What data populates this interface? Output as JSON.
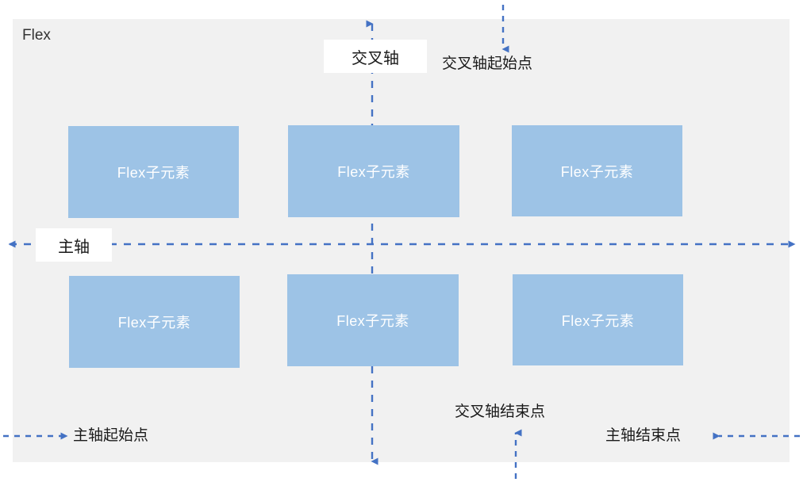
{
  "diagram": {
    "type": "flexbox-axes-diagram",
    "container_label": "Flex",
    "colors": {
      "container_background": "#f1f1f1",
      "item_background": "#9dc3e6",
      "item_text": "#ffffff",
      "axis_line": "#4472c4",
      "label_text": "#1a1a1a",
      "chip_background": "#ffffff",
      "page_background": "#ffffff"
    },
    "items": [
      {
        "label": "Flex子元素",
        "row": 1,
        "col": 1
      },
      {
        "label": "Flex子元素",
        "row": 1,
        "col": 2
      },
      {
        "label": "Flex子元素",
        "row": 1,
        "col": 3
      },
      {
        "label": "Flex子元素",
        "row": 2,
        "col": 1
      },
      {
        "label": "Flex子元素",
        "row": 2,
        "col": 2
      },
      {
        "label": "Flex子元素",
        "row": 2,
        "col": 3
      }
    ],
    "axes": {
      "main_axis_chip": "主轴",
      "cross_axis_chip": "交叉轴"
    },
    "annotations": {
      "cross_axis_start": "交叉轴起始点",
      "cross_axis_end": "交叉轴结束点",
      "main_axis_start": "主轴起始点",
      "main_axis_end": "主轴结束点"
    }
  }
}
